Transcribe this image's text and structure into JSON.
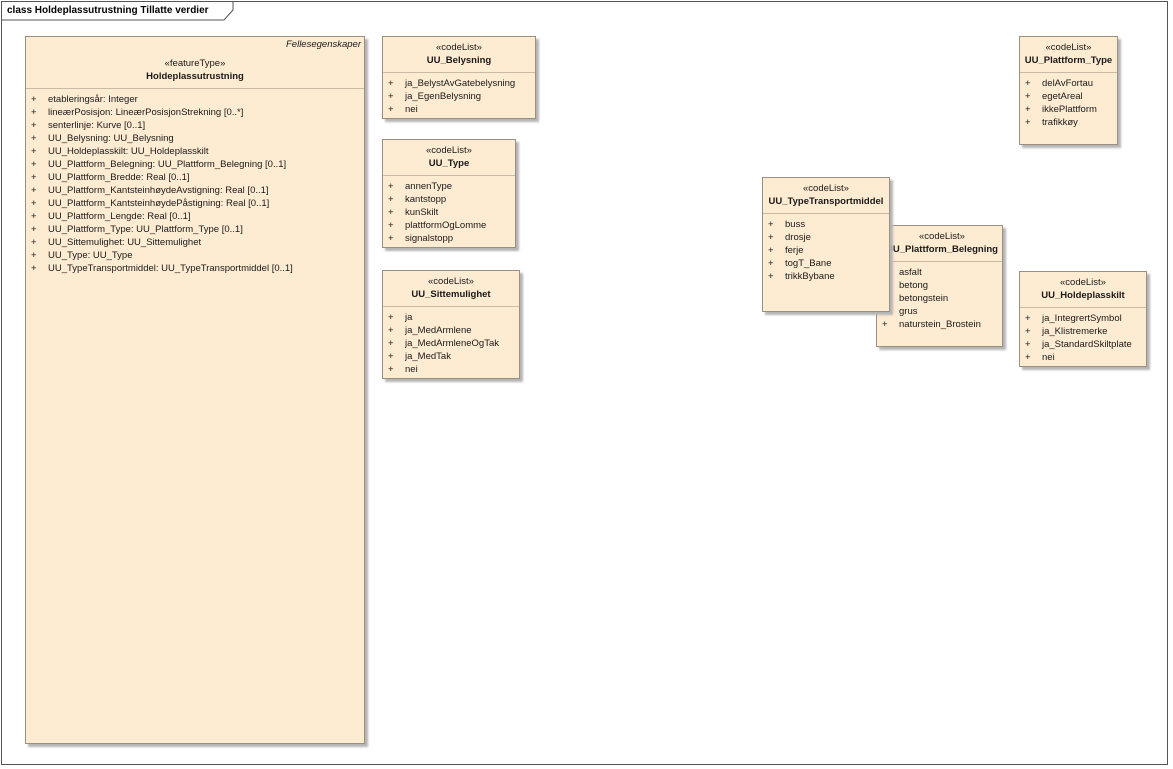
{
  "diagram": {
    "frame_title": "class Holdeplassutrustning Tillatte verdier"
  },
  "classes": {
    "holdeplass": {
      "corner_label": "Fellesegenskaper",
      "stereotype": "«featureType»",
      "name": "Holdeplassutrustning",
      "attrs": [
        {
          "v": "+",
          "t": "etableringsår: Integer"
        },
        {
          "v": "+",
          "t": "lineærPosisjon: LineærPosisjonStrekning [0..*]"
        },
        {
          "v": "+",
          "t": "senterlinje: Kurve [0..1]"
        },
        {
          "v": "+",
          "t": "UU_Belysning: UU_Belysning"
        },
        {
          "v": "+",
          "t": "UU_Holdeplasskilt: UU_Holdeplasskilt"
        },
        {
          "v": "+",
          "t": "UU_Plattform_Belegning: UU_Plattform_Belegning [0..1]"
        },
        {
          "v": "+",
          "t": "UU_Plattform_Bredde: Real [0..1]"
        },
        {
          "v": "+",
          "t": "UU_Plattform_KantsteinhøydeAvstigning: Real [0..1]"
        },
        {
          "v": "+",
          "t": "UU_Plattform_KantsteinhøydePåstigning: Real [0..1]"
        },
        {
          "v": "+",
          "t": "UU_Plattform_Lengde: Real [0..1]"
        },
        {
          "v": "+",
          "t": "UU_Plattform_Type: UU_Plattform_Type [0..1]"
        },
        {
          "v": "+",
          "t": "UU_Sittemulighet: UU_Sittemulighet"
        },
        {
          "v": "+",
          "t": "UU_Type: UU_Type"
        },
        {
          "v": "+",
          "t": "UU_TypeTransportmiddel: UU_TypeTransportmiddel [0..1]"
        }
      ]
    },
    "belysning": {
      "stereotype": "«codeList»",
      "name": "UU_Belysning",
      "attrs": [
        {
          "v": "+",
          "t": "ja_BelystAvGatebelysning"
        },
        {
          "v": "+",
          "t": "ja_EgenBelysning"
        },
        {
          "v": "+",
          "t": "nei"
        }
      ]
    },
    "type": {
      "stereotype": "«codeList»",
      "name": "UU_Type",
      "attrs": [
        {
          "v": "+",
          "t": "annenType"
        },
        {
          "v": "+",
          "t": "kantstopp"
        },
        {
          "v": "+",
          "t": "kunSkilt"
        },
        {
          "v": "+",
          "t": "plattformOgLomme"
        },
        {
          "v": "+",
          "t": "signalstopp"
        }
      ]
    },
    "sittemulighet": {
      "stereotype": "«codeList»",
      "name": "UU_Sittemulighet",
      "attrs": [
        {
          "v": "+",
          "t": "ja"
        },
        {
          "v": "+",
          "t": "ja_MedArmlene"
        },
        {
          "v": "+",
          "t": "ja_MedArmleneOgTak"
        },
        {
          "v": "+",
          "t": "ja_MedTak"
        },
        {
          "v": "+",
          "t": "nei"
        }
      ]
    },
    "transport": {
      "stereotype": "«codeList»",
      "name": "UU_TypeTransportmiddel",
      "attrs": [
        {
          "v": "+",
          "t": "buss"
        },
        {
          "v": "+",
          "t": "drosje"
        },
        {
          "v": "+",
          "t": "ferje"
        },
        {
          "v": "+",
          "t": "togT_Bane"
        },
        {
          "v": "+",
          "t": "trikkBybane"
        }
      ]
    },
    "belegning": {
      "stereotype": "«codeList»",
      "name": "UU_Plattform_Belegning",
      "attrs": [
        {
          "v": "+",
          "t": "asfalt"
        },
        {
          "v": "+",
          "t": "betong"
        },
        {
          "v": "+",
          "t": "betongstein"
        },
        {
          "v": "+",
          "t": "grus"
        },
        {
          "v": "+",
          "t": "naturstein_Brostein"
        }
      ]
    },
    "plattformtype": {
      "stereotype": "«codeList»",
      "name": "UU_Plattform_Type",
      "attrs": [
        {
          "v": "+",
          "t": "delAvFortau"
        },
        {
          "v": "+",
          "t": "egetAreal"
        },
        {
          "v": "+",
          "t": "ikkePlattform"
        },
        {
          "v": "+",
          "t": "trafikkøy"
        }
      ]
    },
    "holdeplasskilt": {
      "stereotype": "«codeList»",
      "name": "UU_Holdeplasskilt",
      "attrs": [
        {
          "v": "+",
          "t": "ja_IntegrertSymbol"
        },
        {
          "v": "+",
          "t": "ja_Klistremerke"
        },
        {
          "v": "+",
          "t": "ja_StandardSkiltplate"
        },
        {
          "v": "+",
          "t": "nei"
        }
      ]
    }
  }
}
